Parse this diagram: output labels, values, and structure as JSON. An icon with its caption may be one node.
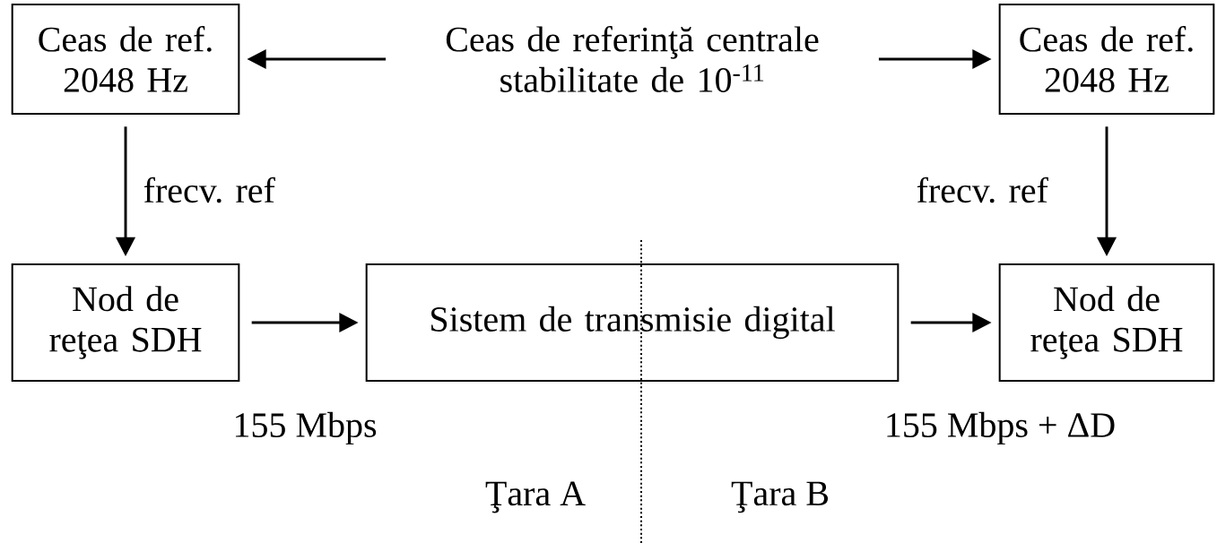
{
  "diagram": {
    "nodes": [
      {
        "text": [
          "Ceas de ref. 2048 Hz"
        ]
      },
      {
        "text": [
          "Ceas de referinţă centrale stabilitate de 10$^{-11}$"
        ]
      },
      {
        "text": [
          "Ceas de ref. 2048 Hz"
        ]
      },
      {
        "text": [
          "Nod de reţea SDH"
        ]
      },
      {
        "text": [
          "Sistem de transmisie digital"
        ]
      },
      {
        "text": [
          "Nod de reţea SDH"
        ]
      }
    ],
    "edges": [
      {
        "from": 1,
        "to": 0,
        "arrow": "to"
      },
      {
        "from": 1,
        "to": 2,
        "arrow": "to"
      },
      {
        "from": 0,
        "to": 3,
        "arrow": "to",
        "label": "frecv. ref"
      },
      {
        "from": 2,
        "to": 5,
        "arrow": "to",
        "label": "frecv. ref"
      },
      {
        "from": 3,
        "to": 4,
        "arrow": "to"
      },
      {
        "from": 4,
        "to": 5,
        "arrow": "to"
      }
    ],
    "labels": [
      "155 Mbps",
      "155 Mbps + ΔD",
      "Ţara A",
      "Ţara B"
    ]
  }
}
